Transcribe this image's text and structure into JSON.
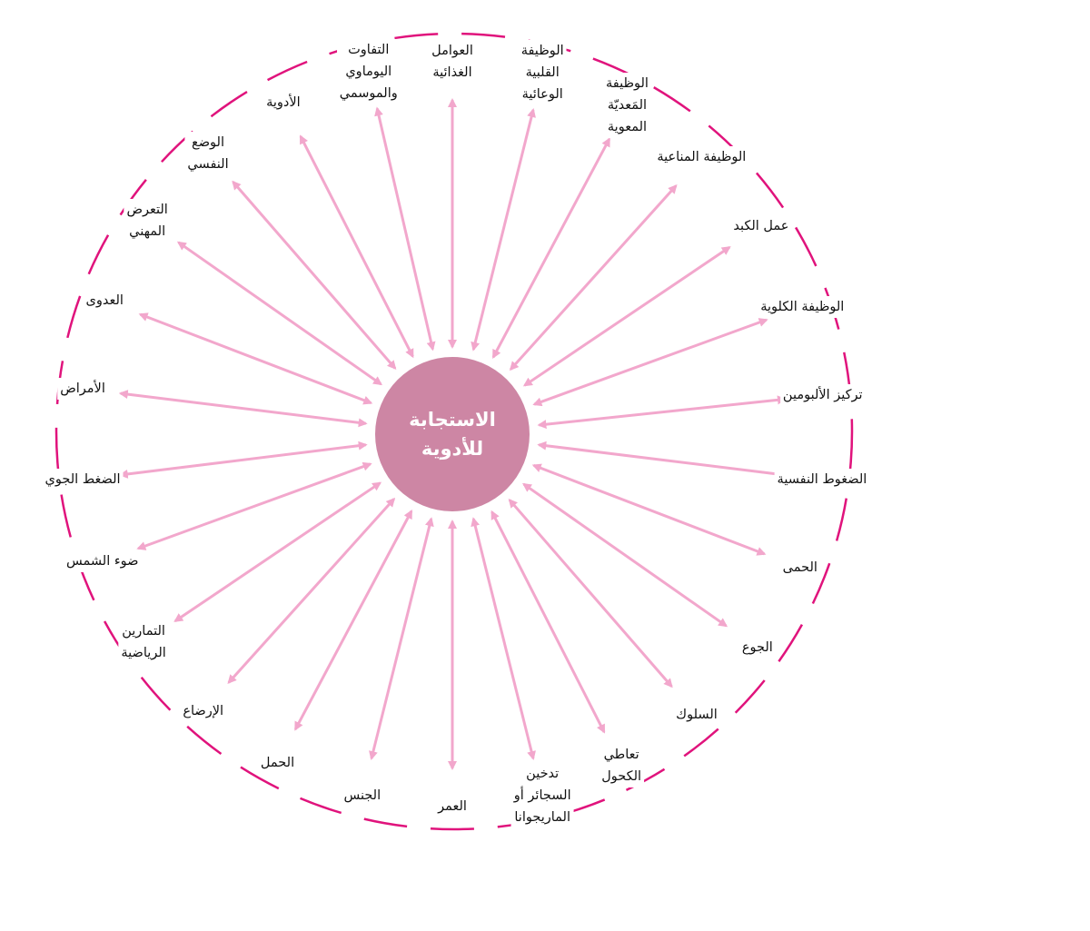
{
  "center_label": "الاستجابة\nللأدوية",
  "factors": [
    {
      "id": "dietary-factors",
      "label": "العوامل\nالغذائية"
    },
    {
      "id": "cardiovascular-function",
      "label": "الوظيفة\nالقلبية\nالوعائية"
    },
    {
      "id": "gastrointestinal-function",
      "label": "الوظيفة\nالمَعديّة\nالمعوية"
    },
    {
      "id": "immune-function",
      "label": "الوظيفة المناعية"
    },
    {
      "id": "liver-function",
      "label": "عمل الكبد"
    },
    {
      "id": "kidney-function",
      "label": "الوظيفة الكلوية"
    },
    {
      "id": "albumin-concentration",
      "label": "تركيز الألبومين"
    },
    {
      "id": "psychological-stress",
      "label": "الضغوط النفسية"
    },
    {
      "id": "fever",
      "label": "الحمى"
    },
    {
      "id": "hunger",
      "label": "الجوع"
    },
    {
      "id": "behavior",
      "label": "السلوك"
    },
    {
      "id": "alcohol-consumption",
      "label": "تعاطي\nالكحول"
    },
    {
      "id": "smoking",
      "label": "تدخين\nالسجائر أو\nالماريجوانا"
    },
    {
      "id": "age",
      "label": "العمر"
    },
    {
      "id": "sex",
      "label": "الجنس"
    },
    {
      "id": "pregnancy",
      "label": "الحمل"
    },
    {
      "id": "breastfeeding",
      "label": "الإرضاع"
    },
    {
      "id": "exercise",
      "label": "التمارين\nالرياضية"
    },
    {
      "id": "sunlight",
      "label": "ضوء الشمس"
    },
    {
      "id": "atmospheric-pressure",
      "label": "الضغط الجوي"
    },
    {
      "id": "diseases",
      "label": "الأمراض"
    },
    {
      "id": "infection",
      "label": "العدوى"
    },
    {
      "id": "occupational-exposure",
      "label": "التعرض\nالمهني"
    },
    {
      "id": "psychological-state",
      "label": "الوضع\nالنفسي"
    },
    {
      "id": "drugs",
      "label": "الأدوية"
    },
    {
      "id": "daily-seasonal-variation",
      "label": "التفاوت\nاليوماوي\nوالموسمي"
    }
  ],
  "colors": {
    "ring": "#e0137c",
    "arrow": "#f2a7cc",
    "center_fill": "#cd86a4",
    "center_text": "#ffffff",
    "label_text": "#111111"
  }
}
